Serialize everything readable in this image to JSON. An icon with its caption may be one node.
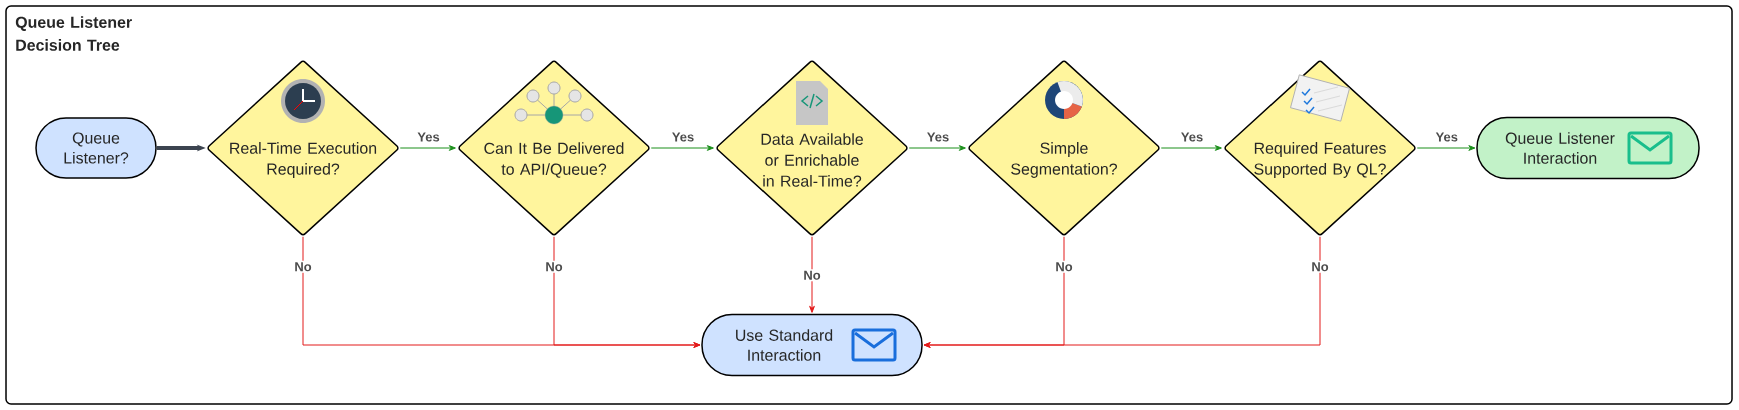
{
  "diagram": {
    "title": "Queue Listener Decision Tree",
    "nodes": [
      {
        "text": [
          "Queue Listener?"
        ]
      },
      {
        "text": [
          "Real-Time Execution Required?"
        ]
      },
      {
        "text": [
          "Can It Be Delivered to API/Queue?"
        ]
      },
      {
        "text": [
          "Data Available or Enrichable in Real-Time?"
        ]
      },
      {
        "text": [
          "Simple Segmentation?"
        ]
      },
      {
        "text": [
          "Required Features Supported By QL?"
        ]
      },
      {
        "text": [
          "Queue Listener Interaction"
        ]
      },
      {
        "text": [
          "Use Standard Interaction"
        ]
      }
    ],
    "edges": [
      {
        "from": 0,
        "to": 1,
        "arrow": "to",
        "style": "thick",
        "color": "#3c4450"
      },
      {
        "from": 1,
        "to": 2,
        "arrow": "to",
        "label": "Yes",
        "color": "#1a8f1a"
      },
      {
        "from": 2,
        "to": 3,
        "arrow": "to",
        "label": "Yes",
        "color": "#1a8f1a"
      },
      {
        "from": 3,
        "to": 4,
        "arrow": "to",
        "label": "Yes",
        "color": "#1a8f1a"
      },
      {
        "from": 4,
        "to": 5,
        "arrow": "to",
        "label": "Yes",
        "color": "#1a8f1a"
      },
      {
        "from": 5,
        "to": 6,
        "arrow": "to",
        "label": "Yes",
        "color": "#1a8f1a"
      },
      {
        "from": 1,
        "to": 7,
        "arrow": "to",
        "label": "No",
        "color": "#e31a1a"
      },
      {
        "from": 2,
        "to": 7,
        "arrow": "to",
        "label": "No",
        "color": "#e31a1a"
      },
      {
        "from": 3,
        "to": 7,
        "arrow": "to",
        "label": "No",
        "color": "#e31a1a"
      },
      {
        "from": 4,
        "to": 7,
        "arrow": "to",
        "label": "No",
        "color": "#e31a1a"
      },
      {
        "from": 5,
        "to": 7,
        "arrow": "to",
        "label": "No",
        "color": "#e31a1a"
      }
    ]
  }
}
